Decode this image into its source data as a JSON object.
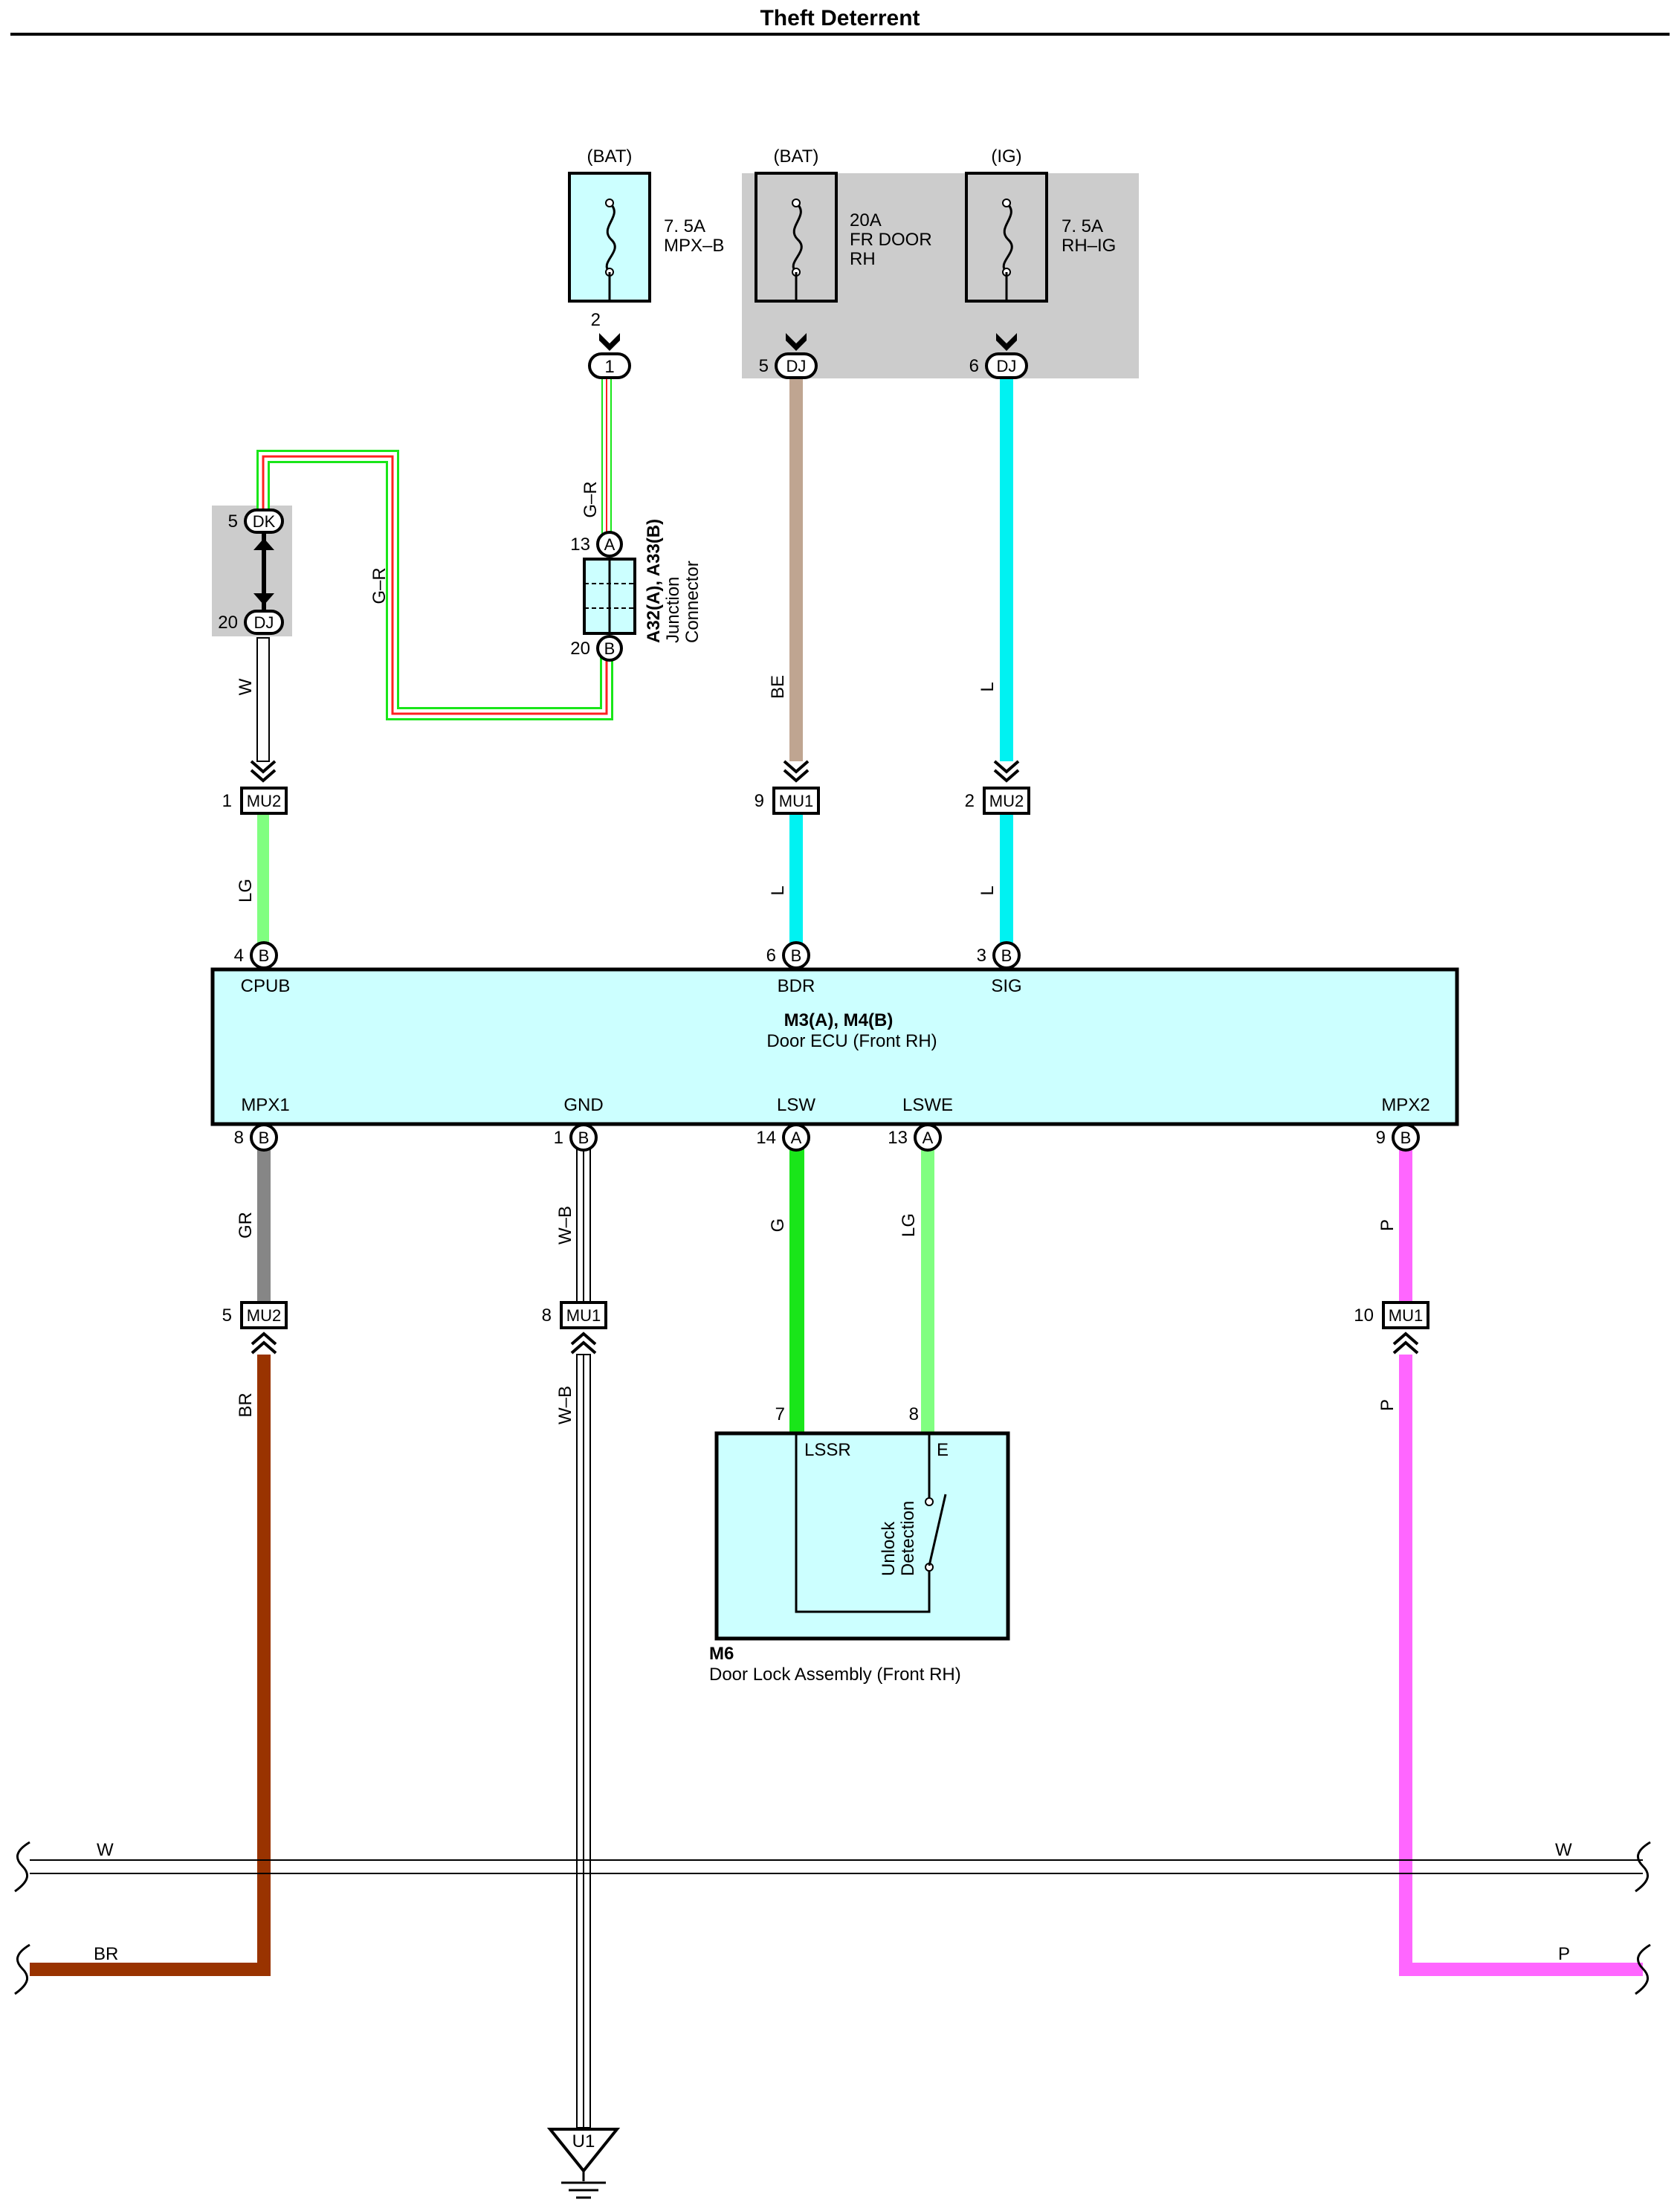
{
  "title": "Theft Deterrent",
  "power": {
    "bat1_label": "(BAT)",
    "bat2_label": "(BAT)",
    "ig_label": "(IG)",
    "fuse_mpxb_amp": "7. 5A",
    "fuse_mpxb_name": "MPX–B",
    "fuse_frdoor_amp": "20A",
    "fuse_frdoor_name1": "FR DOOR",
    "fuse_frdoor_name2": "RH",
    "fuse_rhig_amp": "7. 5A",
    "fuse_rhig_name": "RH–IG"
  },
  "pins": {
    "p2": "2",
    "p1": "1",
    "p5": "5",
    "p6": "6",
    "p20": "20",
    "p13": "13",
    "p9": "9",
    "p4": "4",
    "p3": "3",
    "p8": "8",
    "p14": "14",
    "p10": "10",
    "p7": "7",
    "dk": "DK",
    "dj": "DJ",
    "a": "A",
    "b": "B",
    "mu1": "MU1",
    "mu2": "MU2",
    "u1": "U1"
  },
  "wires": {
    "gr": "G–R",
    "w": "W",
    "be": "BE",
    "l": "L",
    "lg": "LG",
    "gr2": "GR",
    "wb": "W–B",
    "g": "G",
    "p": "P",
    "br": "BR"
  },
  "junction": {
    "title": "A32(A), A33(B)",
    "sub1": "Junction",
    "sub2": "Connector"
  },
  "ecu": {
    "title": "M3(A), M4(B)",
    "subtitle": "Door ECU (Front RH)",
    "cpub": "CPUB",
    "bdr": "BDR",
    "sig": "SIG",
    "mpx1": "MPX1",
    "gnd": "GND",
    "lsw": "LSW",
    "lswe": "LSWE",
    "mpx2": "MPX2"
  },
  "lock": {
    "title": "M6",
    "subtitle": "Door Lock Assembly (Front RH)",
    "lssr": "LSSR",
    "e": "E",
    "switch1": "Unlock",
    "switch2": "Detection"
  },
  "colors": {
    "G": "#19e619",
    "R": "#ff2020",
    "LG": "#80ff80",
    "L": "#00f2f2",
    "BE": "#bfa591",
    "GR": "#868686",
    "BR": "#993300",
    "P": "#ff66ff",
    "box_fill": "#ccffff",
    "shade": "#cccccc"
  }
}
